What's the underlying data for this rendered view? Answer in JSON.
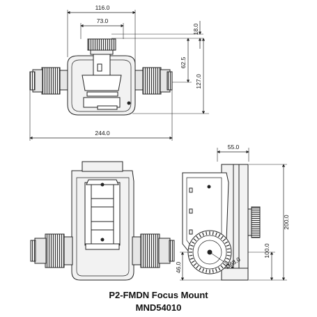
{
  "caption": {
    "title": "P2-FMDN Focus Mount",
    "model": "MND54010"
  },
  "top_view": {
    "dim_width_knob_span": "116.0",
    "dim_width_center": "73.0",
    "dim_top_offset": "18.0",
    "dim_center_height": "62.5",
    "dim_total_height": "127.0",
    "dim_total_width": "244.0"
  },
  "side_view": {
    "dim_depth": "55.0",
    "dim_total_height": "200.0",
    "dim_axis_height": "100.0",
    "dim_base_offset": "46.0",
    "dim_knob_diameter": "Ø68.0"
  },
  "colors": {
    "line": "#222222",
    "dim_line": "#333333",
    "body_fill": "#f2f2f2",
    "knob_fill": "#e6e6e6"
  }
}
